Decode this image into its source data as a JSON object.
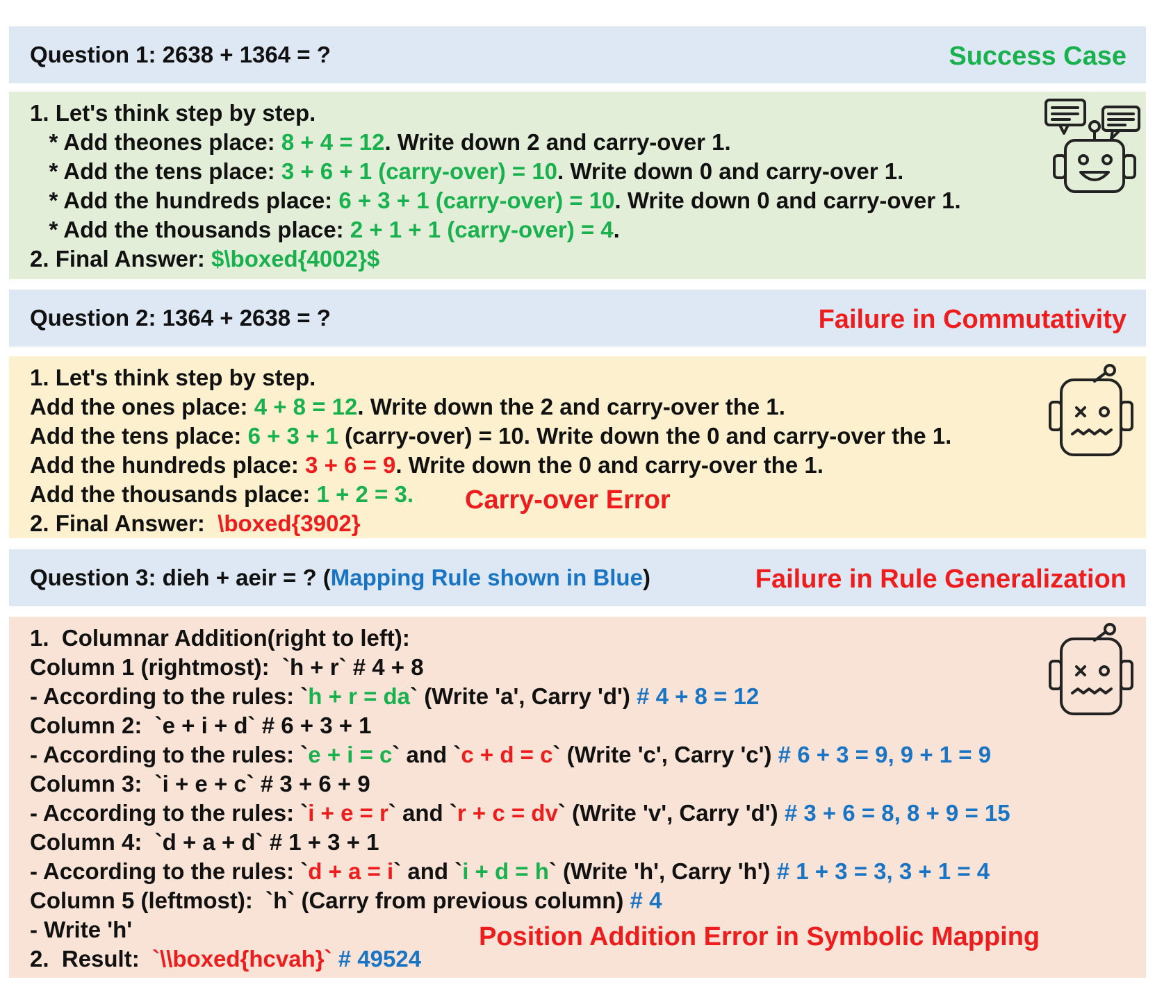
{
  "q1": {
    "question": "Question 1: 2638 + 1364 = ?",
    "tag": "Success Case",
    "lines": {
      "l1": "1. Let's think step by step.",
      "l2a": "   * Add theones place: ",
      "l2b": "8 + 4 = 12",
      "l2c": ". Write down 2 and carry-over 1.",
      "l3a": "   * Add the tens place: ",
      "l3b": "3 + 6 + 1 (carry-over) = 10",
      "l3c": ". Write down 0 and carry-over 1.",
      "l4a": "   * Add the hundreds place: ",
      "l4b": "6 + 3 + 1 (carry-over) = 10",
      "l4c": ". Write down 0 and carry-over 1.",
      "l5a": "   * Add the thousands place: ",
      "l5b": "2 + 1 + 1 (carry-over) = 4",
      "l5c": ".",
      "l6a": "2. Final Answer: ",
      "l6b": "$\\boxed{4002}$"
    }
  },
  "q2": {
    "question": "Question 2: 1364 + 2638 = ?",
    "tag": "Failure in Commutativity",
    "error_label": "Carry-over Error",
    "lines": {
      "l1": "1. Let's think step by step.",
      "l2a": "Add the ones place: ",
      "l2b": "4 + 8 = 12",
      "l2c": ". Write down the 2 and carry-over the 1.",
      "l3a": "Add the tens place: ",
      "l3b": "6 + 3 + 1",
      "l3c": " (carry-over) = 10. Write down the 0 and carry-over the 1.",
      "l4a": "Add the hundreds place: ",
      "l4b": "3 + 6 = 9",
      "l4c": ". Write down the 0 and carry-over the 1.",
      "l5a": "Add the thousands place: ",
      "l5b": "1 + 2 = 3.",
      "l6a": "2. Final Answer:  ",
      "l6b": "\\boxed{3902}"
    }
  },
  "q3": {
    "question_a": "Question 3: dieh + aeir = ? (",
    "question_b": "Mapping Rule shown in Blue",
    "question_c": ")",
    "tag": "Failure in Rule Generalization",
    "error_label": "Position Addition Error in Symbolic Mapping",
    "lines": {
      "l1": "1.  Columnar Addition(right to left):",
      "l2": "Column 1 (rightmost):  `h + r` # 4 + 8",
      "l3a": "- According to the rules: `",
      "l3b": "h + r = da",
      "l3c": "` (Write 'a', Carry 'd') ",
      "l3d": "# 4 + 8 = 12",
      "l4": "Column 2:  `e + i + d` # 6 + 3 + 1",
      "l5a": "- According to the rules: `",
      "l5b": "e + i = c",
      "l5c": "` and `",
      "l5d": "c + d = c",
      "l5e": "` (Write 'c', Carry 'c') ",
      "l5f": "# 6 + 3 = 9, 9 + 1 = 9",
      "l6": "Column 3:  `i + e + c` # 3 + 6 + 9",
      "l7a": "- According to the rules: `",
      "l7b": "i + e = r",
      "l7c": "` and `",
      "l7d": "r + c = dv",
      "l7e": "` (Write 'v', Carry 'd') ",
      "l7f": "# 3 + 6 = 8, 8 + 9 = 15",
      "l8": "Column 4:  `d + a + d` # 1 + 3 + 1",
      "l9a": "- According to the rules: `",
      "l9b": "d + a = i",
      "l9c": "` and `",
      "l9d": "i + d = h",
      "l9e": "` (Write 'h', Carry 'h') ",
      "l9f": "# 1 + 3 = 3, 3 + 1 = 4",
      "l10a": "Column 5 (leftmost):  `h` (Carry from previous column) ",
      "l10b": "# 4",
      "l11": "- Write 'h'",
      "l12a": "2.  Result:  ",
      "l12b": "`\\\\boxed{hcvah}`",
      "l12c": " # 49524"
    }
  },
  "colors": {
    "green": "#19b04e",
    "red": "#ee1c1c",
    "blue": "#1a74c4"
  }
}
